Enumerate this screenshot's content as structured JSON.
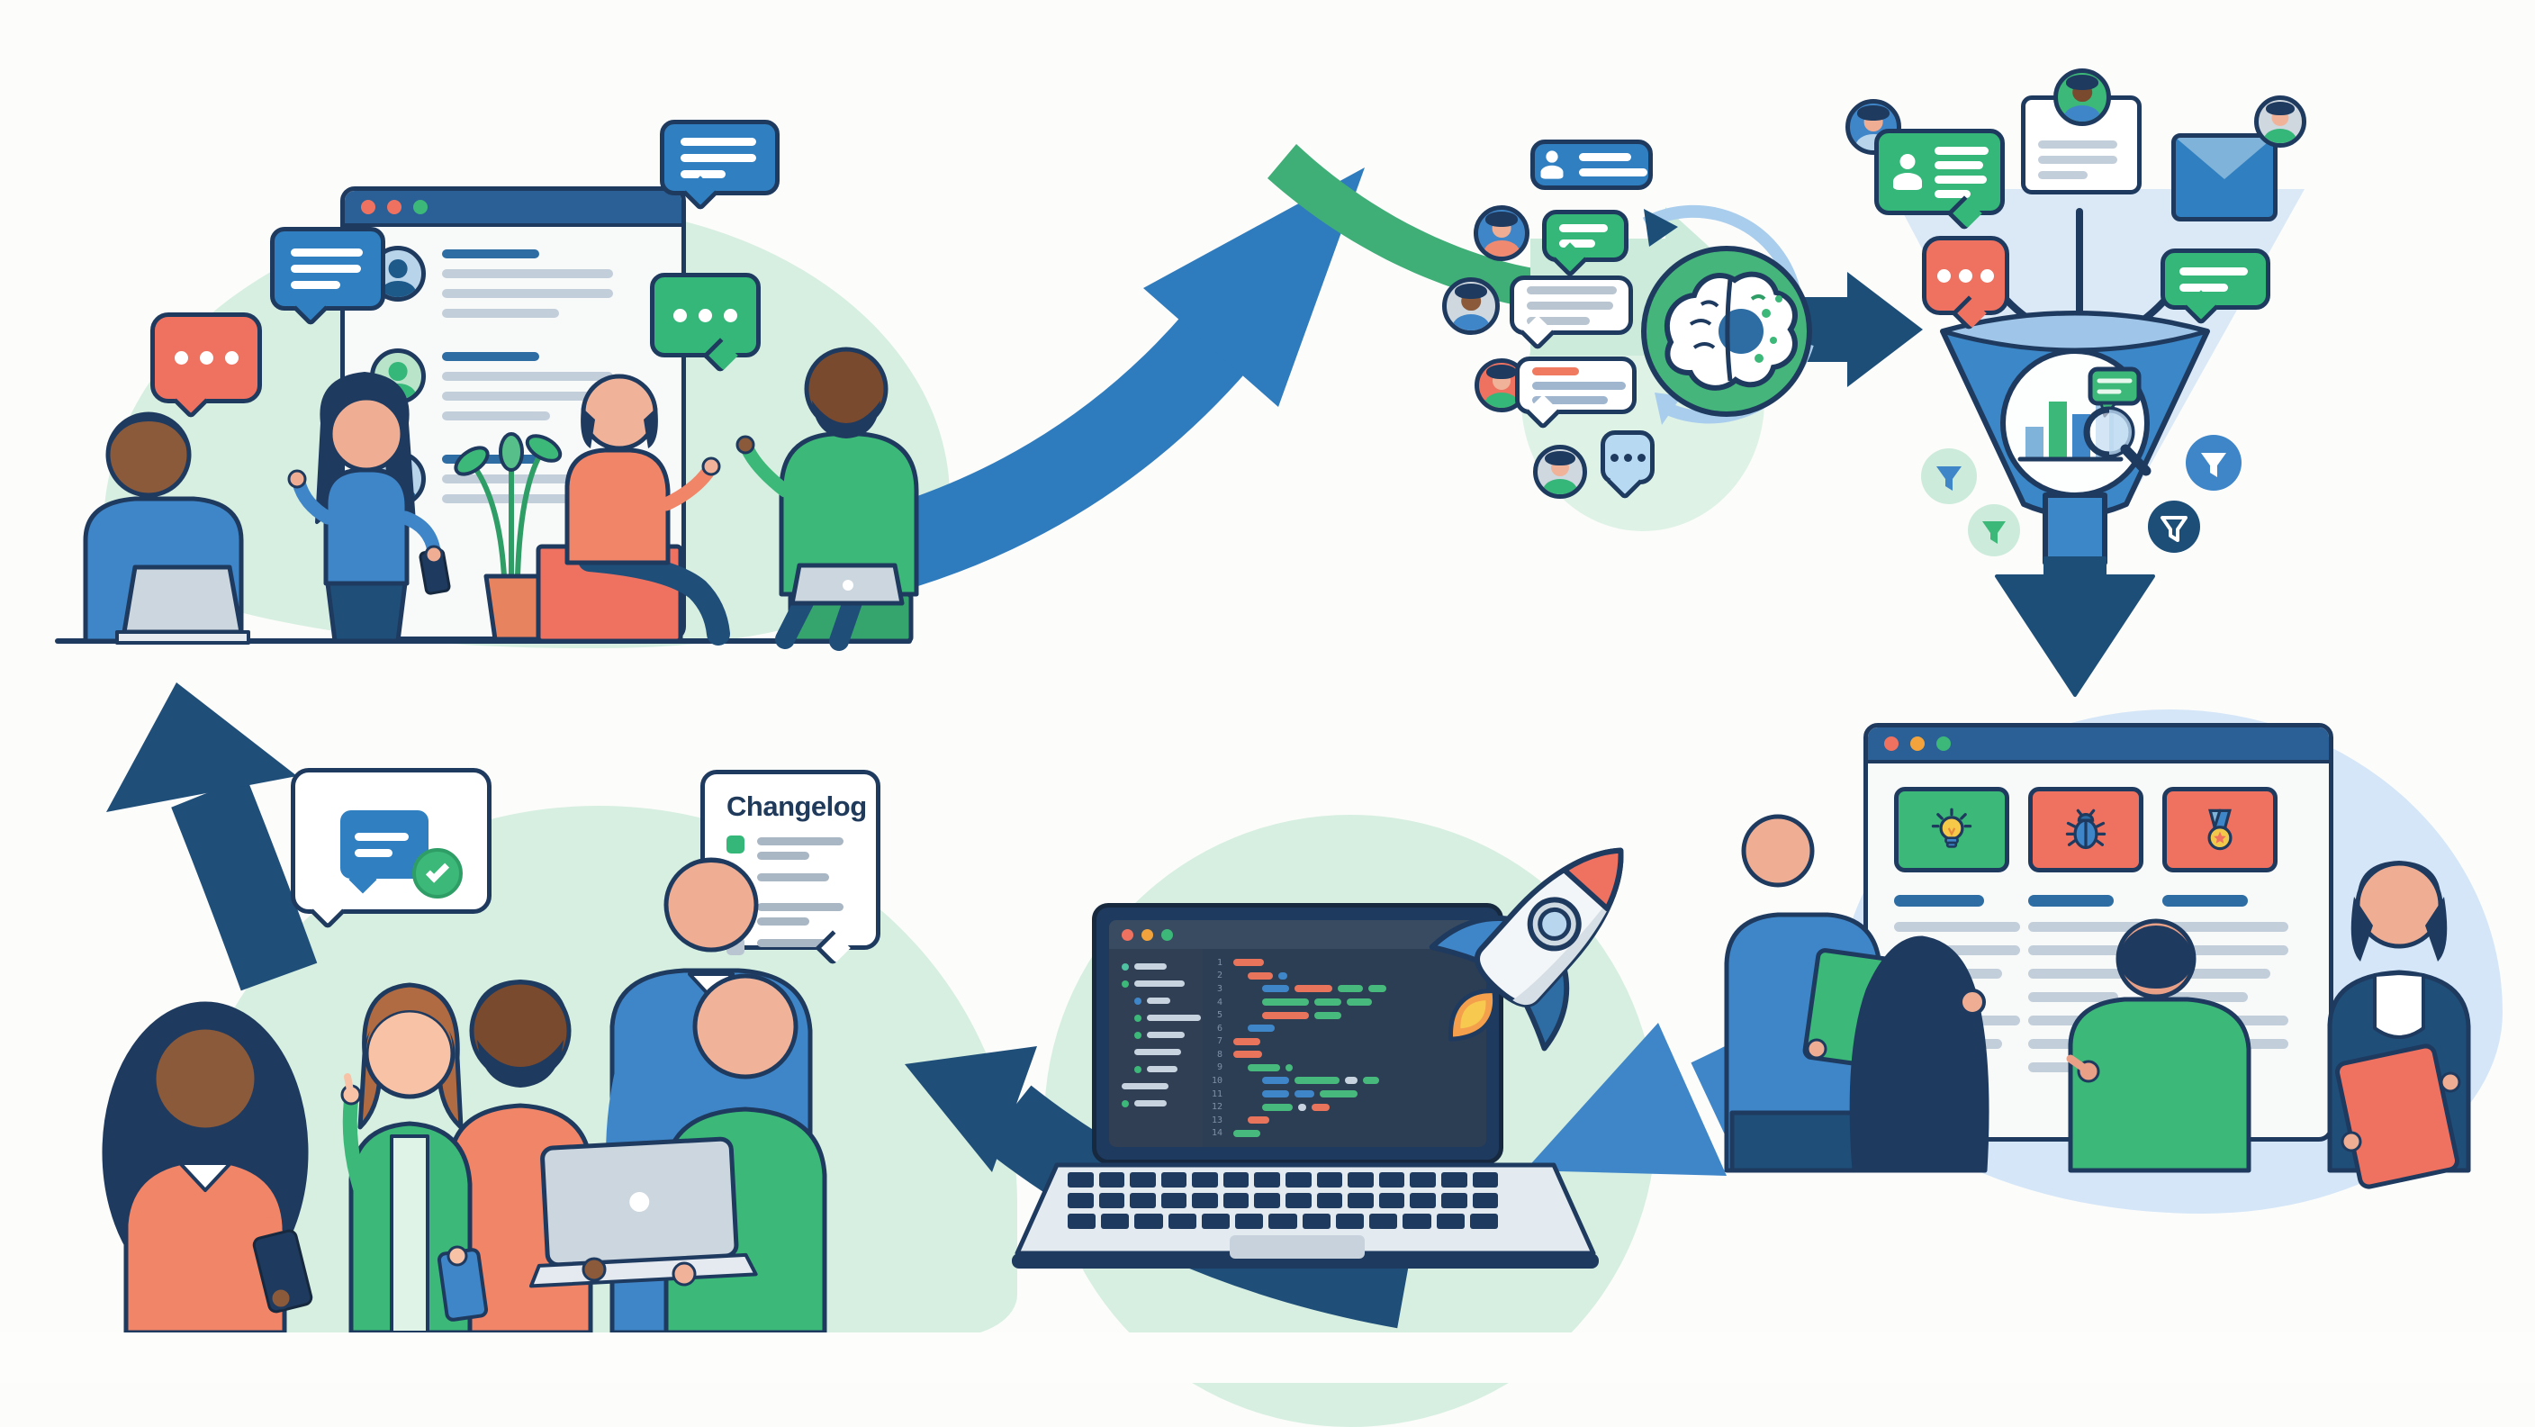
{
  "illustration": {
    "title_text_visible": "Changelog",
    "stages": [
      "community-discussion",
      "incoming-feedback",
      "ai-analysis",
      "triage-funnel",
      "roadmap-prioritization",
      "build-and-ship",
      "release-and-changelog"
    ],
    "icons": [
      "chat-bubble-icon",
      "typing-dots-icon",
      "user-avatar-icon",
      "brain-icon",
      "funnel-icon",
      "envelope-icon",
      "bar-chart-icon",
      "magnifier-icon",
      "lightbulb-idea-icon",
      "bug-issue-icon",
      "medal-award-icon",
      "rocket-icon",
      "check-icon",
      "laptop-icon"
    ]
  },
  "palette": {
    "outline_navy": "#1f3a5f",
    "deep_blue": "#2a6095",
    "arrow_navy": "#1d4e77",
    "arrow_blue": "#2e7bbd",
    "blue": "#3f86c9",
    "bubble_blue": "#2f7fc1",
    "green": "#3cb878",
    "mint": "#d6efe0",
    "coral": "#ef7261",
    "yellow": "#f2c84b",
    "orange": "#f2a33c",
    "light_blue": "#b8d7ef",
    "pale_blue": "#d4e6f7",
    "line_gray": "#c3cedb",
    "screen_navy": "#2c3e54",
    "flame_orange": "#f49f4c"
  },
  "community": {
    "window_dots": [
      "coral",
      "coral",
      "green"
    ],
    "rows": [
      {
        "lines": [
          [
            108,
            "blue"
          ],
          [
            190
          ],
          [
            190
          ],
          [
            130
          ]
        ]
      },
      {
        "lines": [
          [
            108,
            "blue"
          ],
          [
            190
          ],
          [
            170
          ],
          [
            120
          ]
        ]
      },
      {
        "lines": [
          [
            108,
            "blue"
          ],
          [
            185
          ],
          [
            160
          ]
        ]
      }
    ],
    "bubble_blue_top": {
      "lines": [
        [
          84
        ],
        [
          84
        ],
        [
          50
        ]
      ]
    },
    "bubble_blue_left": {
      "lines": [
        [
          80
        ],
        [
          78
        ],
        [
          55
        ]
      ]
    },
    "bubble_coral": {
      "dots": 3
    },
    "bubble_green": {
      "dots": 3
    }
  },
  "stream": {
    "card": {
      "lines": [
        [
          58
        ],
        [
          76
        ]
      ]
    },
    "row1": {
      "lines": [
        [
          54
        ],
        [
          40
        ]
      ]
    },
    "row2": {
      "lines": [
        [
          100
        ],
        [
          96
        ],
        [
          70
        ]
      ]
    },
    "row3": {
      "lines": [
        [
          52,
          "coral"
        ],
        [
          104,
          "bluegray"
        ],
        [
          84,
          "bluegray"
        ]
      ]
    },
    "row4": {
      "dots": 3
    }
  },
  "triage": {
    "green_card": {
      "lines": [
        [
          60
        ],
        [
          54
        ],
        [
          58
        ],
        [
          40
        ]
      ]
    },
    "white_card": {
      "lines": [
        [
          88
        ],
        [
          88
        ],
        [
          55
        ]
      ]
    },
    "green_bubble": {
      "lines": [
        [
          76
        ],
        [
          54
        ]
      ]
    },
    "coral_bubble": {
      "dots": 3
    }
  },
  "board": {
    "window_dots": [
      "coral",
      "orange",
      "green"
    ],
    "columns": [
      {
        "icon": "lightbulb-idea",
        "header": [
          [
            100,
            "blue"
          ]
        ],
        "lines": [
          [
            140
          ],
          [
            140
          ],
          [
            120
          ],
          [
            95
          ],
          [
            140
          ],
          [
            120
          ]
        ]
      },
      {
        "icon": "bug-issue",
        "header": [
          [
            95,
            "blue"
          ]
        ],
        "lines": [
          [
            140
          ],
          [
            130
          ],
          [
            140
          ],
          [
            100
          ],
          [
            140
          ],
          [
            130
          ],
          [
            95
          ]
        ]
      },
      {
        "icon": "medal-award",
        "header": [
          [
            95,
            "blue"
          ]
        ],
        "lines": [
          [
            140
          ],
          [
            140
          ],
          [
            120
          ],
          [
            95
          ],
          [
            140
          ],
          [
            140
          ]
        ]
      }
    ]
  },
  "editor": {
    "window_dots": [
      "coral",
      "orange",
      "green"
    ],
    "sidebar": [
      {
        "d": "teal",
        "w": 36,
        "i": 0
      },
      {
        "d": "green",
        "w": 56,
        "i": 0
      },
      {
        "d": "blue",
        "w": 26,
        "i": 1
      },
      {
        "d": "green",
        "w": 60,
        "i": 1
      },
      {
        "d": "green",
        "w": 42,
        "i": 1
      },
      {
        "d": null,
        "w": 52,
        "i": 1
      },
      {
        "d": "green",
        "w": 34,
        "i": 1
      },
      {
        "d": null,
        "w": 52,
        "i": 0
      },
      {
        "d": "green",
        "w": 36,
        "i": 0
      }
    ],
    "code": [
      {
        "n": 1,
        "i": 0,
        "s": [
          [
            "c",
            34
          ]
        ]
      },
      {
        "n": 2,
        "i": 1,
        "s": [
          [
            "c",
            28
          ],
          [
            "b",
            10
          ]
        ]
      },
      {
        "n": 3,
        "i": 2,
        "s": [
          [
            "b",
            30
          ],
          [
            "c",
            42
          ],
          [
            "g",
            28
          ],
          [
            "g",
            20
          ]
        ]
      },
      {
        "n": 4,
        "i": 2,
        "s": [
          [
            "g",
            52
          ],
          [
            "g",
            30
          ],
          [
            "g",
            28
          ]
        ]
      },
      {
        "n": 5,
        "i": 2,
        "s": [
          [
            "c",
            52
          ],
          [
            "g",
            30
          ]
        ]
      },
      {
        "n": 6,
        "i": 1,
        "s": [
          [
            "b",
            30
          ]
        ]
      },
      {
        "n": 7,
        "i": 0,
        "s": [
          [
            "c",
            30
          ]
        ]
      },
      {
        "n": 8,
        "i": 0,
        "s": [
          [
            "c",
            32
          ]
        ]
      },
      {
        "n": 9,
        "i": 1,
        "s": [
          [
            "g",
            36
          ],
          [
            "g",
            8
          ]
        ]
      },
      {
        "n": 10,
        "i": 2,
        "s": [
          [
            "b",
            30
          ],
          [
            "g",
            50
          ],
          [
            "w",
            14
          ],
          [
            "g",
            18
          ]
        ]
      },
      {
        "n": 11,
        "i": 2,
        "s": [
          [
            "b",
            30
          ],
          [
            "b",
            22
          ],
          [
            "g",
            42
          ]
        ]
      },
      {
        "n": 12,
        "i": 2,
        "s": [
          [
            "g",
            34
          ],
          [
            "w",
            9
          ],
          [
            "c",
            20
          ]
        ]
      },
      {
        "n": 13,
        "i": 1,
        "s": [
          [
            "c",
            24
          ]
        ]
      },
      {
        "n": 14,
        "i": 0,
        "s": [
          [
            "g",
            30
          ]
        ]
      }
    ],
    "keyboard_rows": [
      14,
      14,
      13
    ]
  },
  "release": {
    "approved_message": {
      "lines": [
        [
          60
        ],
        [
          42
        ]
      ]
    },
    "changelog": {
      "title": "Changelog",
      "rows": [
        {
          "bullet": "green",
          "lines": [
            [
              96
            ],
            [
              58
            ]
          ]
        },
        {
          "bullet": "blue",
          "lines": [
            [
              80
            ]
          ]
        },
        {
          "bullet": "gray",
          "lines": [
            [
              96
            ],
            [
              58
            ]
          ]
        },
        {
          "bullet": "gray",
          "lines": [
            [
              96
            ]
          ]
        }
      ]
    }
  }
}
